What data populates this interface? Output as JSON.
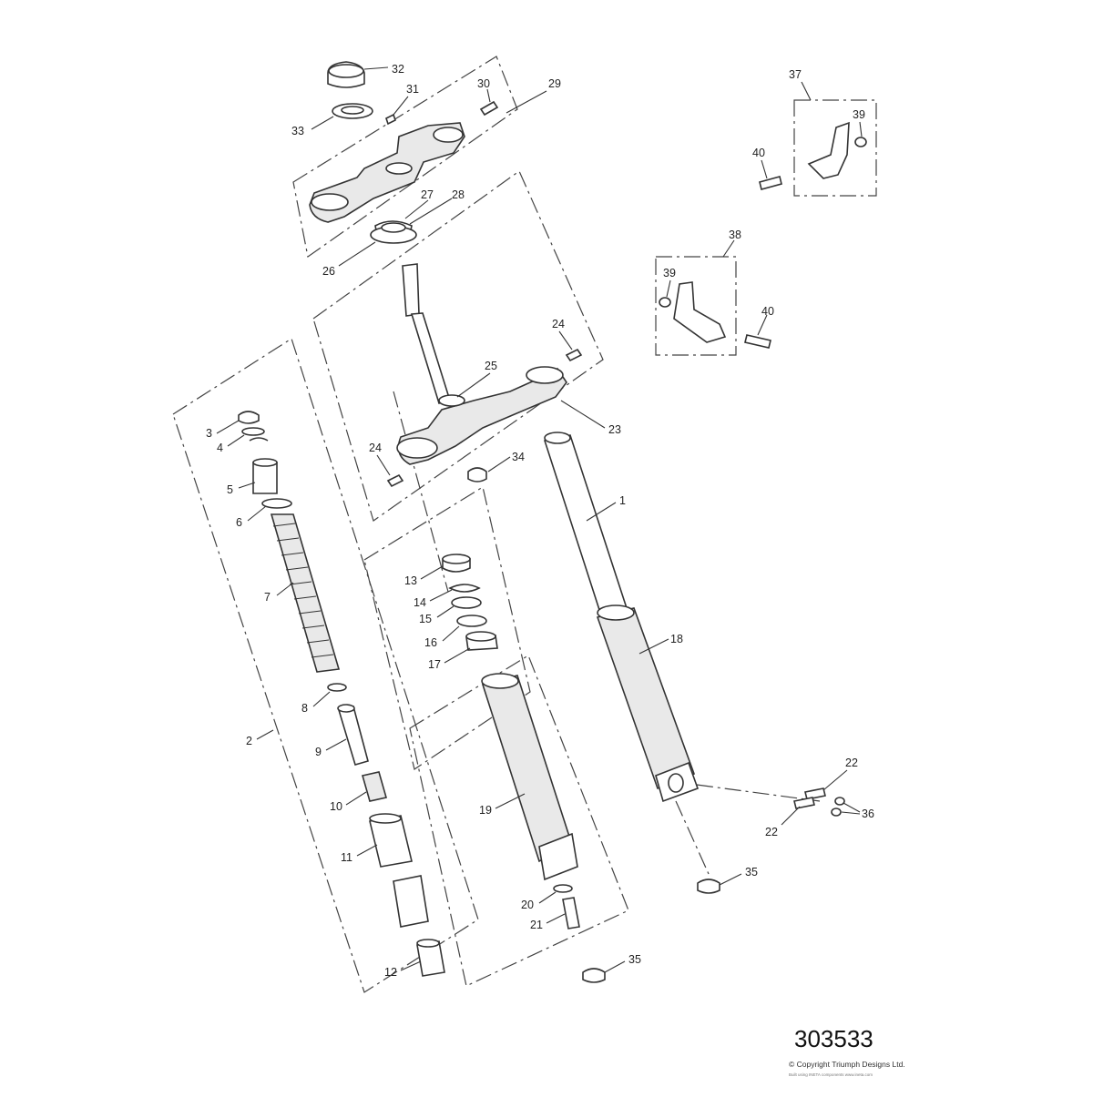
{
  "diagram": {
    "drawing_number": "303533",
    "copyright": "© Copyright Triumph Designs Ltd.",
    "credit": "Built using INETA components www.ineta.com",
    "callouts": {
      "c1": "1",
      "c2": "2",
      "c3": "3",
      "c4": "4",
      "c5": "5",
      "c6": "6",
      "c7": "7",
      "c8": "8",
      "c9": "9",
      "c10": "10",
      "c11": "11",
      "c12": "12",
      "c13": "13",
      "c14": "14",
      "c15": "15",
      "c16": "16",
      "c17": "17",
      "c18": "18",
      "c19": "19",
      "c20": "20",
      "c21": "21",
      "c22a": "22",
      "c22b": "22",
      "c23": "23",
      "c24a": "24",
      "c24b": "24",
      "c25": "25",
      "c26": "26",
      "c27": "27",
      "c28": "28",
      "c29": "29",
      "c30": "30",
      "c31": "31",
      "c32": "32",
      "c33": "33",
      "c34": "34",
      "c35a": "35",
      "c35b": "35",
      "c36": "36",
      "c37": "37",
      "c38": "38",
      "c39a": "39",
      "c39b": "39",
      "c40a": "40",
      "c40b": "40"
    }
  }
}
